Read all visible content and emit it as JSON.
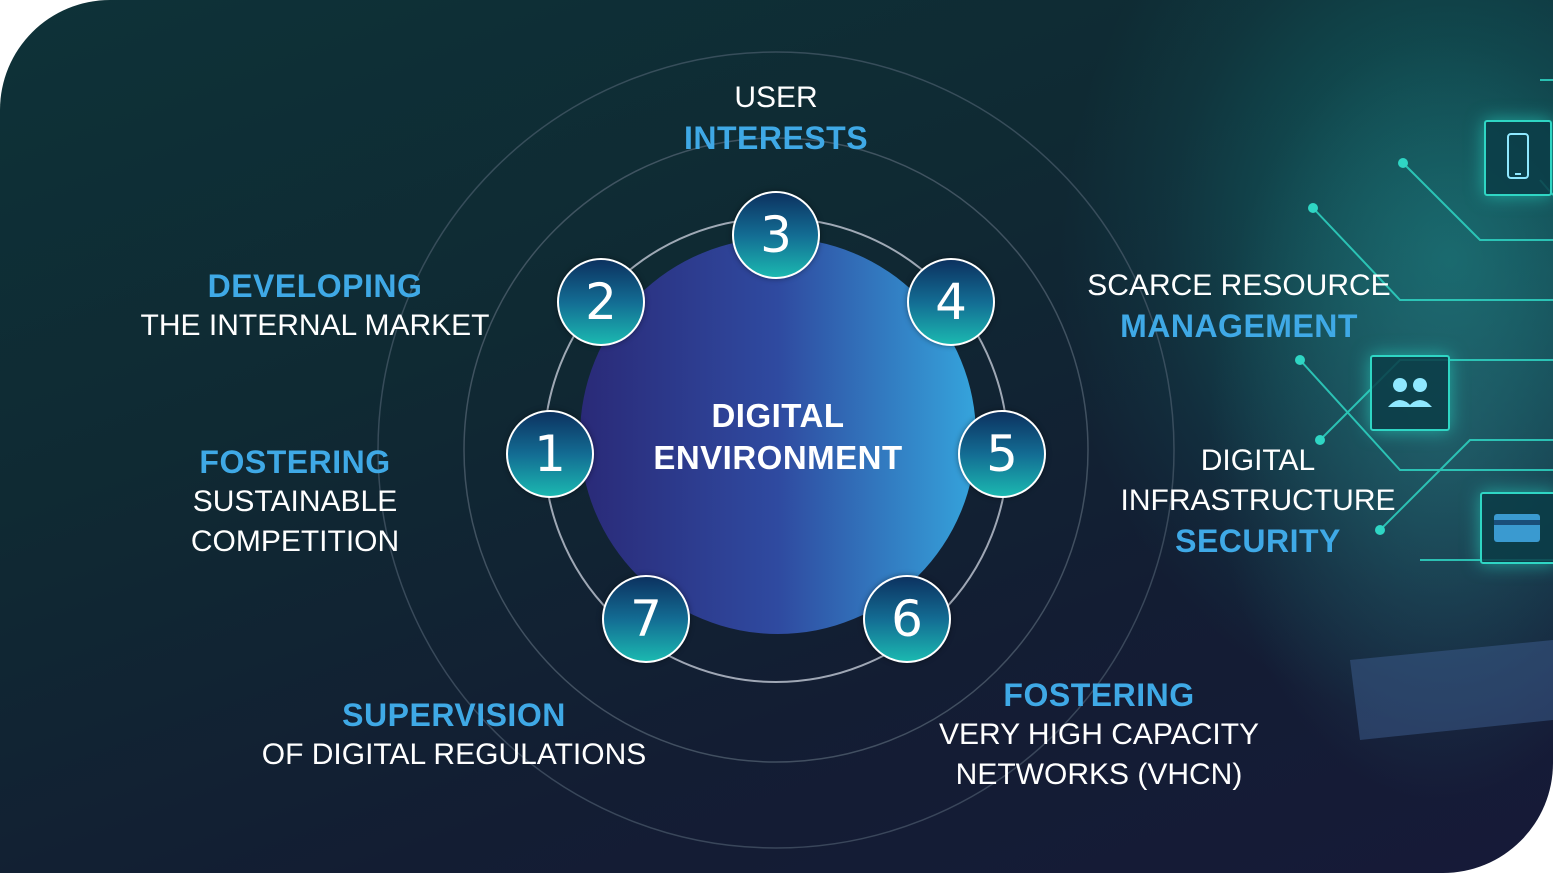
{
  "center": {
    "line1": "DIGITAL",
    "line2": "ENVIRONMENT"
  },
  "nodes": [
    {
      "number": "1",
      "lines": [
        {
          "text": "FOSTERING",
          "style": "bold"
        },
        {
          "text": "SUSTAINABLE",
          "style": "regular"
        },
        {
          "text": "COMPETITION",
          "style": "regular"
        }
      ]
    },
    {
      "number": "2",
      "lines": [
        {
          "text": "DEVELOPING",
          "style": "bold"
        },
        {
          "text": "THE INTERNAL MARKET",
          "style": "regular"
        }
      ]
    },
    {
      "number": "3",
      "lines": [
        {
          "text": "USER",
          "style": "regular"
        },
        {
          "text": "INTERESTS",
          "style": "bold"
        }
      ]
    },
    {
      "number": "4",
      "lines": [
        {
          "text": "SCARCE RESOURCE",
          "style": "regular"
        },
        {
          "text": "MANAGEMENT",
          "style": "bold"
        }
      ]
    },
    {
      "number": "5",
      "lines": [
        {
          "text": "DIGITAL",
          "style": "regular"
        },
        {
          "text": "INFRASTRUCTURE",
          "style": "regular"
        },
        {
          "text": "SECURITY",
          "style": "bold"
        }
      ]
    },
    {
      "number": "6",
      "lines": [
        {
          "text": "FOSTERING",
          "style": "bold"
        },
        {
          "text": "VERY HIGH CAPACITY",
          "style": "regular"
        },
        {
          "text": "NETWORKS (VHCN)",
          "style": "regular"
        }
      ]
    },
    {
      "number": "7",
      "lines": [
        {
          "text": "SUPERVISION",
          "style": "bold"
        },
        {
          "text": "OF DIGITAL REGULATIONS",
          "style": "regular"
        }
      ]
    }
  ],
  "decor_icons": [
    "smartphone-icon",
    "users-icon",
    "credit-card-icon"
  ],
  "colors": {
    "accent_blue": "#3fa9e6",
    "node_teal": "#1bb8b0",
    "text_white": "#ffffff",
    "circuit_teal": "#2fd6c4"
  }
}
